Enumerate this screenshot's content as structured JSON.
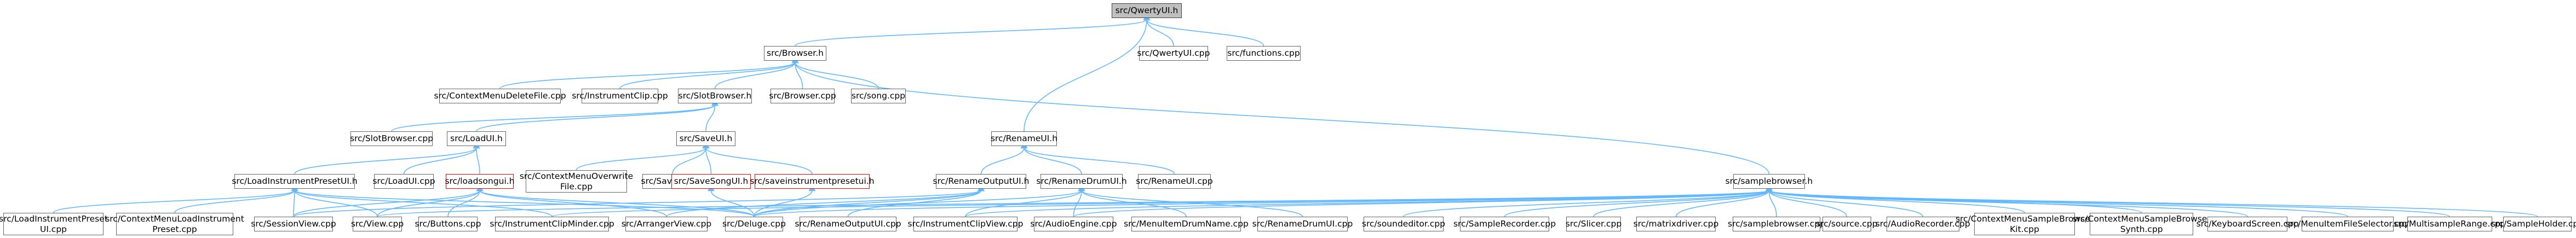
{
  "graph": {
    "colors": {
      "edge": "#63b8ff",
      "node_border": "#666666",
      "node_fill": "#ffffff",
      "root_fill": "#bfbfbf",
      "broken_link_border": "#ff0000"
    },
    "nodes": [
      {
        "id": "qwertyui_h",
        "label": "src/QwertyUI.h",
        "kind": "root"
      },
      {
        "id": "browser_h",
        "label": "src/Browser.h"
      },
      {
        "id": "qwertyui_cpp",
        "label": "src/QwertyUI.cpp"
      },
      {
        "id": "functions_cpp",
        "label": "src/functions.cpp"
      },
      {
        "id": "ctx_delete_cpp",
        "label": "src/ContextMenuDeleteFile.cpp"
      },
      {
        "id": "instrumentclip_cpp",
        "label": "src/InstrumentClip.cpp"
      },
      {
        "id": "slotbrowser_h",
        "label": "src/SlotBrowser.h"
      },
      {
        "id": "browser_cpp",
        "label": "src/Browser.cpp"
      },
      {
        "id": "song_cpp",
        "label": "src/song.cpp"
      },
      {
        "id": "renameui_h",
        "label": "src/RenameUI.h"
      },
      {
        "id": "slotbrowser_cpp",
        "label": "src/SlotBrowser.cpp"
      },
      {
        "id": "loadui_h",
        "label": "src/LoadUI.h"
      },
      {
        "id": "saveui_h",
        "label": "src/SaveUI.h"
      },
      {
        "id": "loadinstrumentpresetui_h",
        "label": "src/LoadInstrumentPresetUI.h"
      },
      {
        "id": "loadui_cpp",
        "label": "src/LoadUI.cpp"
      },
      {
        "id": "loadsongui_h",
        "label": "src/loadsongui.h",
        "kind": "red"
      },
      {
        "id": "ctx_overwrite_cpp",
        "label": "src/ContextMenuOverwrite\nFile.cpp"
      },
      {
        "id": "saveui_cpp",
        "label": "src/SaveUI.cpp"
      },
      {
        "id": "savesongui_h",
        "label": "src/SaveSongUI.h",
        "kind": "red"
      },
      {
        "id": "saveinstrumentpresetui_h",
        "label": "src/saveinstrumentpresetui.h",
        "kind": "red"
      },
      {
        "id": "renameoutputui_h",
        "label": "src/RenameOutputUI.h"
      },
      {
        "id": "renamedrumui_h",
        "label": "src/RenameDrumUI.h"
      },
      {
        "id": "renameui_cpp",
        "label": "src/RenameUI.cpp"
      },
      {
        "id": "samplebrowser_h",
        "label": "src/samplebrowser.h"
      },
      {
        "id": "loadinstrumentpresetui_cpp",
        "label": "src/LoadInstrumentPreset\nUI.cpp"
      },
      {
        "id": "ctx_loadinstrumentpreset_cpp",
        "label": "src/ContextMenuLoadInstrument\nPreset.cpp"
      },
      {
        "id": "sessionview_cpp",
        "label": "src/SessionView.cpp"
      },
      {
        "id": "view_cpp",
        "label": "src/View.cpp"
      },
      {
        "id": "buttons_cpp",
        "label": "src/Buttons.cpp"
      },
      {
        "id": "instrumentclipminder_cpp",
        "label": "src/InstrumentClipMinder.cpp"
      },
      {
        "id": "arrangerview_cpp",
        "label": "src/ArrangerView.cpp"
      },
      {
        "id": "deluge_cpp",
        "label": "src/Deluge.cpp"
      },
      {
        "id": "renameoutputui_cpp",
        "label": "src/RenameOutputUI.cpp"
      },
      {
        "id": "instrumentclipview_cpp",
        "label": "src/InstrumentClipView.cpp"
      },
      {
        "id": "audioengine_cpp",
        "label": "src/AudioEngine.cpp"
      },
      {
        "id": "menuitemdrumname_cpp",
        "label": "src/MenuItemDrumName.cpp"
      },
      {
        "id": "renamedrumui_cpp",
        "label": "src/RenameDrumUI.cpp"
      },
      {
        "id": "soundeditor_cpp",
        "label": "src/soundeditor.cpp"
      },
      {
        "id": "samplerecorder_cpp",
        "label": "src/SampleRecorder.cpp"
      },
      {
        "id": "slicer_cpp",
        "label": "src/Slicer.cpp"
      },
      {
        "id": "matrixdriver_cpp",
        "label": "src/matrixdriver.cpp"
      },
      {
        "id": "samplebrowser_cpp",
        "label": "src/samplebrowser.cpp"
      },
      {
        "id": "source_cpp",
        "label": "src/source.cpp"
      },
      {
        "id": "audiorecorder_cpp",
        "label": "src/AudioRecorder.cpp"
      },
      {
        "id": "ctx_samplebrowser_kit_cpp",
        "label": "src/ContextMenuSampleBrowser\nKit.cpp"
      },
      {
        "id": "ctx_samplebrowser_synth_cpp",
        "label": "src/ContextMenuSampleBrowser\nSynth.cpp"
      },
      {
        "id": "keyboardscreen_cpp",
        "label": "src/KeyboardScreen.cpp"
      },
      {
        "id": "menuitemfileselector_cpp",
        "label": "src/MenuItemFileSelector.cpp"
      },
      {
        "id": "multisamplerange_cpp",
        "label": "src/MultisampleRange.cpp"
      },
      {
        "id": "sampleholder_cpp",
        "label": "src/SampleHolder.cpp"
      }
    ],
    "edges": [
      [
        "qwertyui_h",
        "browser_h"
      ],
      [
        "qwertyui_h",
        "qwertyui_cpp"
      ],
      [
        "qwertyui_h",
        "functions_cpp"
      ],
      [
        "qwertyui_h",
        "renameui_h"
      ],
      [
        "browser_h",
        "ctx_delete_cpp"
      ],
      [
        "browser_h",
        "instrumentclip_cpp"
      ],
      [
        "browser_h",
        "slotbrowser_h"
      ],
      [
        "browser_h",
        "browser_cpp"
      ],
      [
        "browser_h",
        "song_cpp"
      ],
      [
        "browser_h",
        "samplebrowser_h"
      ],
      [
        "slotbrowser_h",
        "slotbrowser_cpp"
      ],
      [
        "slotbrowser_h",
        "loadui_h"
      ],
      [
        "slotbrowser_h",
        "saveui_h"
      ],
      [
        "loadui_h",
        "loadinstrumentpresetui_h"
      ],
      [
        "loadui_h",
        "loadui_cpp"
      ],
      [
        "loadui_h",
        "loadsongui_h"
      ],
      [
        "saveui_h",
        "ctx_overwrite_cpp"
      ],
      [
        "saveui_h",
        "saveui_cpp"
      ],
      [
        "saveui_h",
        "savesongui_h"
      ],
      [
        "saveui_h",
        "saveinstrumentpresetui_h"
      ],
      [
        "renameui_h",
        "renameoutputui_h"
      ],
      [
        "renameui_h",
        "renamedrumui_h"
      ],
      [
        "renameui_h",
        "renameui_cpp"
      ],
      [
        "loadinstrumentpresetui_h",
        "loadinstrumentpresetui_cpp"
      ],
      [
        "loadinstrumentpresetui_h",
        "ctx_loadinstrumentpreset_cpp"
      ],
      [
        "loadinstrumentpresetui_h",
        "sessionview_cpp"
      ],
      [
        "loadinstrumentpresetui_h",
        "view_cpp"
      ],
      [
        "loadinstrumentpresetui_h",
        "instrumentclipminder_cpp"
      ],
      [
        "loadinstrumentpresetui_h",
        "deluge_cpp"
      ],
      [
        "loadsongui_h",
        "sessionview_cpp"
      ],
      [
        "loadsongui_h",
        "view_cpp"
      ],
      [
        "loadsongui_h",
        "buttons_cpp"
      ],
      [
        "loadsongui_h",
        "arrangerview_cpp"
      ],
      [
        "loadsongui_h",
        "deluge_cpp"
      ],
      [
        "savesongui_h",
        "deluge_cpp"
      ],
      [
        "saveinstrumentpresetui_h",
        "deluge_cpp"
      ],
      [
        "renameoutputui_h",
        "sessionview_cpp"
      ],
      [
        "renameoutputui_h",
        "arrangerview_cpp"
      ],
      [
        "renameoutputui_h",
        "deluge_cpp"
      ],
      [
        "renameoutputui_h",
        "renameoutputui_cpp"
      ],
      [
        "renamedrumui_h",
        "deluge_cpp"
      ],
      [
        "renamedrumui_h",
        "instrumentclipview_cpp"
      ],
      [
        "renamedrumui_h",
        "audioengine_cpp"
      ],
      [
        "renamedrumui_h",
        "menuitemdrumname_cpp"
      ],
      [
        "renamedrumui_h",
        "renamedrumui_cpp"
      ],
      [
        "samplebrowser_h",
        "deluge_cpp"
      ],
      [
        "samplebrowser_h",
        "instrumentclipview_cpp"
      ],
      [
        "samplebrowser_h",
        "audioengine_cpp"
      ],
      [
        "samplebrowser_h",
        "soundeditor_cpp"
      ],
      [
        "samplebrowser_h",
        "samplerecorder_cpp"
      ],
      [
        "samplebrowser_h",
        "slicer_cpp"
      ],
      [
        "samplebrowser_h",
        "matrixdriver_cpp"
      ],
      [
        "samplebrowser_h",
        "samplebrowser_cpp"
      ],
      [
        "samplebrowser_h",
        "source_cpp"
      ],
      [
        "samplebrowser_h",
        "audiorecorder_cpp"
      ],
      [
        "samplebrowser_h",
        "ctx_samplebrowser_kit_cpp"
      ],
      [
        "samplebrowser_h",
        "ctx_samplebrowser_synth_cpp"
      ],
      [
        "samplebrowser_h",
        "keyboardscreen_cpp"
      ],
      [
        "samplebrowser_h",
        "menuitemfileselector_cpp"
      ],
      [
        "samplebrowser_h",
        "multisamplerange_cpp"
      ],
      [
        "samplebrowser_h",
        "sampleholder_cpp"
      ],
      [
        "samplebrowser_h",
        "view_cpp"
      ],
      [
        "samplebrowser_h",
        "instrumentclipminder_cpp"
      ]
    ]
  }
}
